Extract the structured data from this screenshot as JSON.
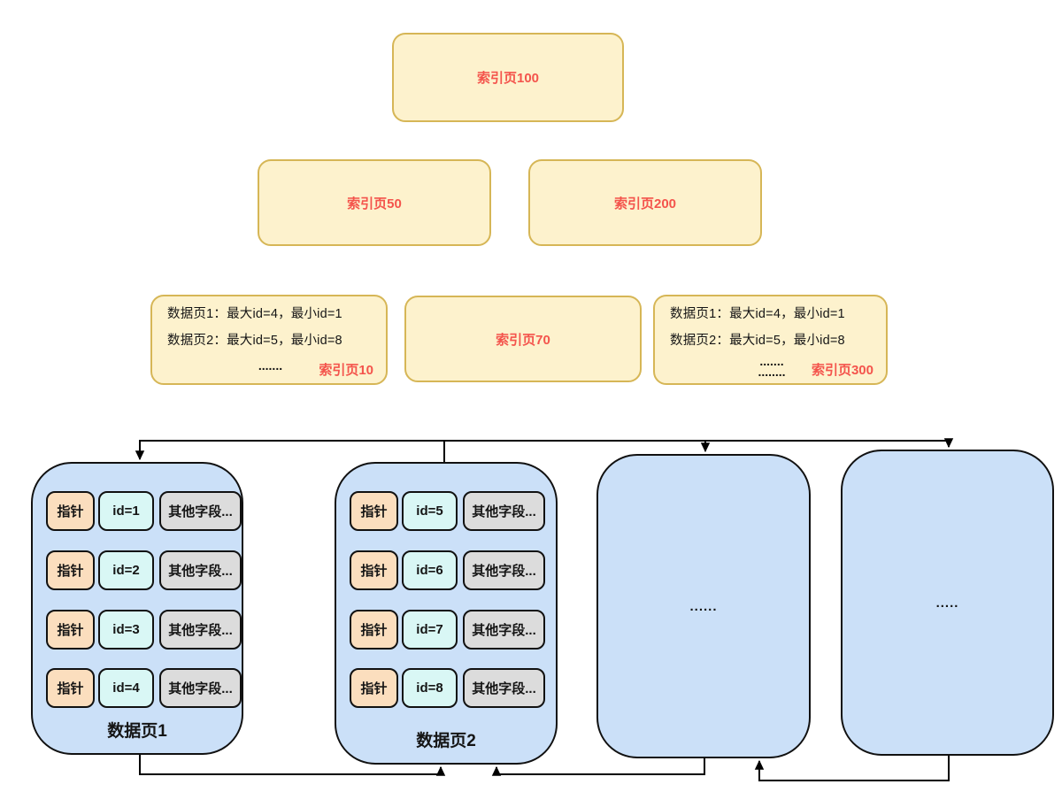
{
  "colors": {
    "index_fill": "#FDF2CD",
    "index_border": "#D6B656",
    "index_label_red": "#F4544C",
    "data_page_fill": "#CBE0F8",
    "pointer_cell_fill": "#FBDEBE",
    "id_cell_fill": "#D9F7F5",
    "other_cell_fill": "#DCDCDC",
    "line": "#000000"
  },
  "index_pages": {
    "root": "索引页100",
    "level2_left": "索引页50",
    "level2_right": "索引页200",
    "leaf_left": {
      "line1": "数据页1：最大id=4，最小id=1",
      "line2": "数据页2：最大id=5，最小id=8",
      "dots": ".......",
      "label": "索引页10"
    },
    "leaf_mid": "索引页70",
    "leaf_right": {
      "line1": "数据页1：最大id=4，最小id=1",
      "line2": "数据页2：最大id=5，最小id=8",
      "dots1": ".......",
      "dots2": "........",
      "label": "索引页300"
    }
  },
  "data_pages": {
    "page1": {
      "name": "数据页1",
      "rows": [
        {
          "pointer": "指针",
          "id": "id=1",
          "other": "其他字段..."
        },
        {
          "pointer": "指针",
          "id": "id=2",
          "other": "其他字段..."
        },
        {
          "pointer": "指针",
          "id": "id=3",
          "other": "其他字段..."
        },
        {
          "pointer": "指针",
          "id": "id=4",
          "other": "其他字段..."
        }
      ]
    },
    "page2": {
      "name": "数据页2",
      "rows": [
        {
          "pointer": "指针",
          "id": "id=5",
          "other": "其他字段..."
        },
        {
          "pointer": "指针",
          "id": "id=6",
          "other": "其他字段..."
        },
        {
          "pointer": "指针",
          "id": "id=7",
          "other": "其他字段..."
        },
        {
          "pointer": "指针",
          "id": "id=8",
          "other": "其他字段..."
        }
      ]
    },
    "page3_dots": "......",
    "page4_dots": "....."
  }
}
